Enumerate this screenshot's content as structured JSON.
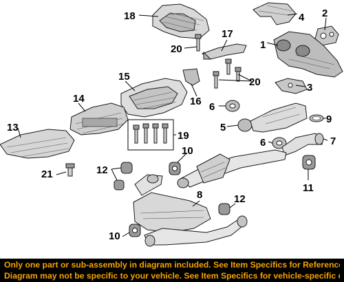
{
  "callouts": {
    "c1": "1",
    "c2": "2",
    "c3": "3",
    "c4": "4",
    "c5": "5",
    "c6a": "6",
    "c6b": "6",
    "c7": "7",
    "c8": "8",
    "c9": "9",
    "c10a": "10",
    "c10b": "10",
    "c11": "11",
    "c12a": "12",
    "c12b": "12",
    "c13": "13",
    "c14": "14",
    "c15": "15",
    "c16": "16",
    "c17": "17",
    "c18": "18",
    "c19": "19",
    "c20a": "20",
    "c20b": "20",
    "c21": "21"
  },
  "banner": {
    "line1": "Only one part or sub-assembly in diagram included. See Item Specifics for Reference #.",
    "line2": "Diagram may not be specific to your vehicle. See Item Specifics for vehicle-specific diagrams."
  },
  "colors": {
    "banner_bg": "#000000",
    "banner_text": "#f7a400",
    "part_fill": "#d9d9d9",
    "part_dark": "#8a8a8a"
  }
}
